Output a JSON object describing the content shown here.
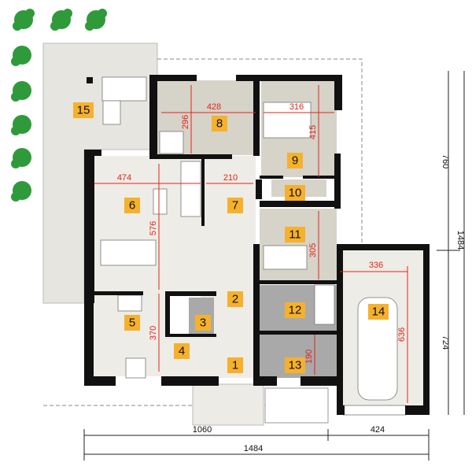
{
  "rooms": [
    {
      "number": "1"
    },
    {
      "number": "2"
    },
    {
      "number": "3"
    },
    {
      "number": "4"
    },
    {
      "number": "5"
    },
    {
      "number": "6"
    },
    {
      "number": "7"
    },
    {
      "number": "8"
    },
    {
      "number": "9"
    },
    {
      "number": "10"
    },
    {
      "number": "11"
    },
    {
      "number": "12"
    },
    {
      "number": "13"
    },
    {
      "number": "14"
    },
    {
      "number": "15"
    }
  ],
  "room_dimensions": {
    "r8_width": "428",
    "r8_depth": "296",
    "r9_width": "316",
    "r9_depth": "415",
    "r6_width": "474",
    "r7_width": "210",
    "r6_depth": "576",
    "r5_depth": "370",
    "r11_depth": "305",
    "r13_depth": "190",
    "r14_width": "336",
    "r14_depth": "636"
  },
  "overall_dimensions": {
    "right_upper": "760",
    "right_lower": "724",
    "right_total": "1484",
    "bottom_left": "1060",
    "bottom_right": "424",
    "bottom_total": "1484"
  },
  "colors": {
    "badge": "#f6b12c",
    "dimension_red": "#e2231a",
    "wall": "#111111"
  }
}
